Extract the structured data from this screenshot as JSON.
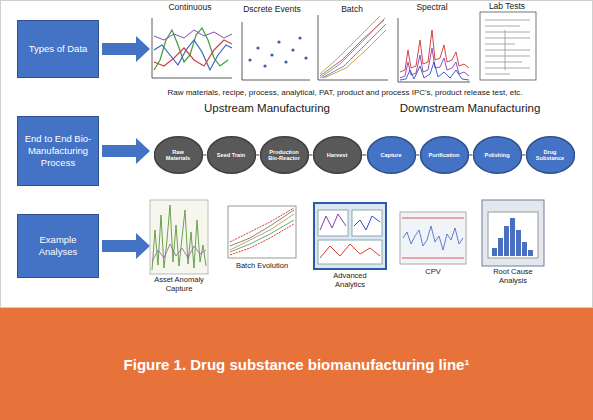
{
  "diagram": {
    "caption": "Figure 1. Drug substance biomanufacturing line¹",
    "nodes": [
      {
        "text": [
          "Types of Data"
        ]
      },
      {
        "text": [
          "End to End Bio-Manufacturing Process"
        ]
      },
      {
        "text": [
          "Example Analyses"
        ]
      },
      {
        "text": [
          "Raw Materials"
        ]
      },
      {
        "text": [
          "Seed Train"
        ]
      },
      {
        "text": [
          "Production Bio-Reactor"
        ]
      },
      {
        "text": [
          "Harvest"
        ]
      },
      {
        "text": [
          "Capture"
        ]
      },
      {
        "text": [
          "Purification"
        ]
      },
      {
        "text": [
          "Polishing"
        ]
      },
      {
        "text": [
          "Drug Substance"
        ]
      }
    ],
    "edges": [
      {
        "from": 3,
        "to": 4,
        "arrow": "none"
      },
      {
        "from": 4,
        "to": 5,
        "arrow": "none"
      },
      {
        "from": 5,
        "to": 6,
        "arrow": "none"
      },
      {
        "from": 6,
        "to": 7,
        "arrow": "none"
      },
      {
        "from": 7,
        "to": 8,
        "arrow": "none"
      },
      {
        "from": 8,
        "to": 9,
        "arrow": "none"
      },
      {
        "from": 9,
        "to": 10,
        "arrow": "none"
      }
    ],
    "labels": [
      "Continuous",
      "Dscrete Events",
      "Batch",
      "Spectral",
      "Lab Tests",
      "Raw materials, recipe, process, analytical, PAT, product and process IPC's, product release test, etc.",
      "Upstream Manufacturing",
      "Downstream Manufacturing",
      "Asset Anomaly Capture",
      "Batch Evolution",
      "Advanced Analytics",
      "CPV",
      "Root Cause Analysis"
    ]
  }
}
